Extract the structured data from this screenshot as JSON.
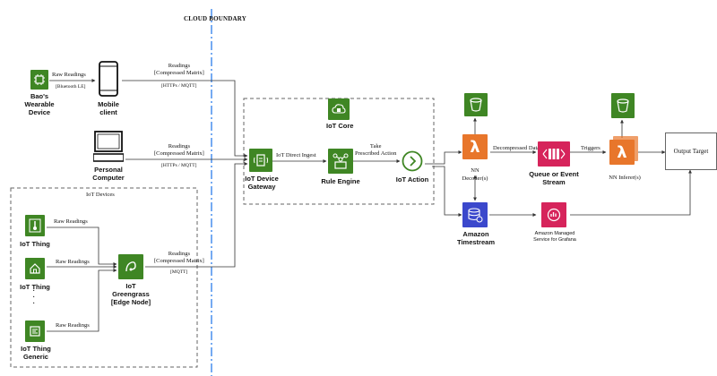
{
  "boundary": {
    "title": "CLOUD BOUNDARY"
  },
  "groups": {
    "iot_core": "IoT Core",
    "iot_devices": "IoT Devices"
  },
  "nodes": {
    "wearable": "Bao's\nWearable\nDevice",
    "mobile": "Mobile\nclient",
    "pc": "Personal\nComputer",
    "iot_thing_1": "IoT Thing",
    "iot_thing_2": "IoT Thing",
    "iot_thing_generic": "IoT Thing\nGeneric",
    "greengrass": "IoT\nGreengrass\n[Edge Node]",
    "gateway": "IoT Device\nGateway",
    "rule_engine": "Rule Engine",
    "iot_action": "IoT Action",
    "nn_decoder": "NN\nDecoder(s)",
    "queue": "Queue or Event\nStream",
    "nn_inferer": "NN Inferer(s)",
    "output": "Output Target",
    "timestream": "Amazon\nTimestream",
    "grafana": "Amazon Managed\nService for Grafana"
  },
  "edges": {
    "wearable_mobile": "Raw Readings",
    "wearable_mobile_proto": "[Bluetooth LE]",
    "mobile_gateway": "Readings\n[Compressed Matrix]",
    "mobile_gateway_proto": "[HTTPs / MQTT]",
    "pc_gateway": "Readings\n[Compressed Matrix]",
    "pc_gateway_proto": "[HTTPs / MQTT]",
    "thing1_gg": "Raw Readings",
    "thing2_gg": "Raw Readings",
    "generic_gg": "Raw Readings",
    "gg_gateway": "Readings\n[Compressed Matrix]",
    "gg_gateway_proto": "[MQTT]",
    "gateway_rule": "IoT Direct Ingest",
    "rule_action": "Take\nPrescribed Action",
    "decoder_queue": "Decompressed Data",
    "queue_inferer": "Triggers"
  },
  "icons": {
    "wearable": "circuit-icon",
    "mobile": "smartphone-icon",
    "pc": "desktop-computer-icon",
    "iot_core": "cloud-chip-icon",
    "gateway": "iot-gateway-icon",
    "rule_engine": "rule-engine-icon",
    "iot_action": "chevron-circle-icon",
    "decoder_bucket": "s3-bucket-icon",
    "lambda": "lambda-icon",
    "queue": "queue-icon",
    "inferer_bucket": "s3-bucket-icon",
    "timestream": "database-icon",
    "grafana": "grafana-icon",
    "thermometer": "thermometer-icon",
    "house": "house-icon",
    "generic": "generic-chip-icon",
    "greengrass": "greengrass-icon"
  },
  "colors": {
    "green": "#3f8624",
    "orange": "#e8762b",
    "blue": "#3b48cc",
    "pink": "#d6245b",
    "purple": "#8c2a9e",
    "boundary": "#1a73e8"
  }
}
